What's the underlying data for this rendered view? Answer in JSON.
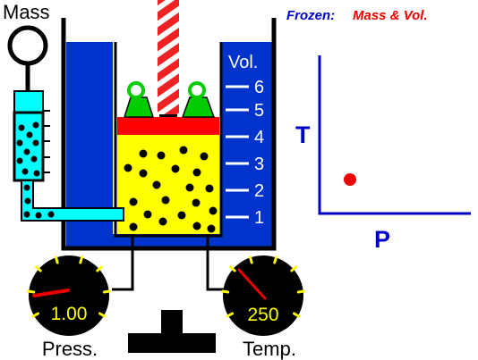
{
  "mass_label": "Mass",
  "frozen": {
    "prefix": "Frozen:",
    "value": "Mass & Vol.",
    "prefix_color": "#0000cc",
    "value_color": "#ee0000"
  },
  "volume_scale": {
    "label": "Vol.",
    "ticks": [
      "6",
      "5",
      "4",
      "3",
      "2",
      "1"
    ]
  },
  "gauges": {
    "pressure": {
      "label": "Press.",
      "value": "1.00",
      "needle_color": "#ee0000"
    },
    "temperature": {
      "label": "Temp.",
      "value": "250",
      "needle_color": "#ee0000"
    }
  },
  "graph": {
    "y_label": "T",
    "x_label": "P",
    "axis_color": "#0000cc",
    "point_color": "#ee0000"
  },
  "colors": {
    "water": "#0033cc",
    "gas": "#ffff00",
    "piston": "#ff0000",
    "weights": "#00cc00",
    "tube": "#00ffff",
    "text_white": "#ffffff",
    "gauge_face": "#000000",
    "gauge_text": "#ffff00"
  },
  "icons": {
    "weight": "green-trapezoid-weight-icon",
    "ring": "green-ring-icon",
    "molecule": "black-dot-icon"
  }
}
